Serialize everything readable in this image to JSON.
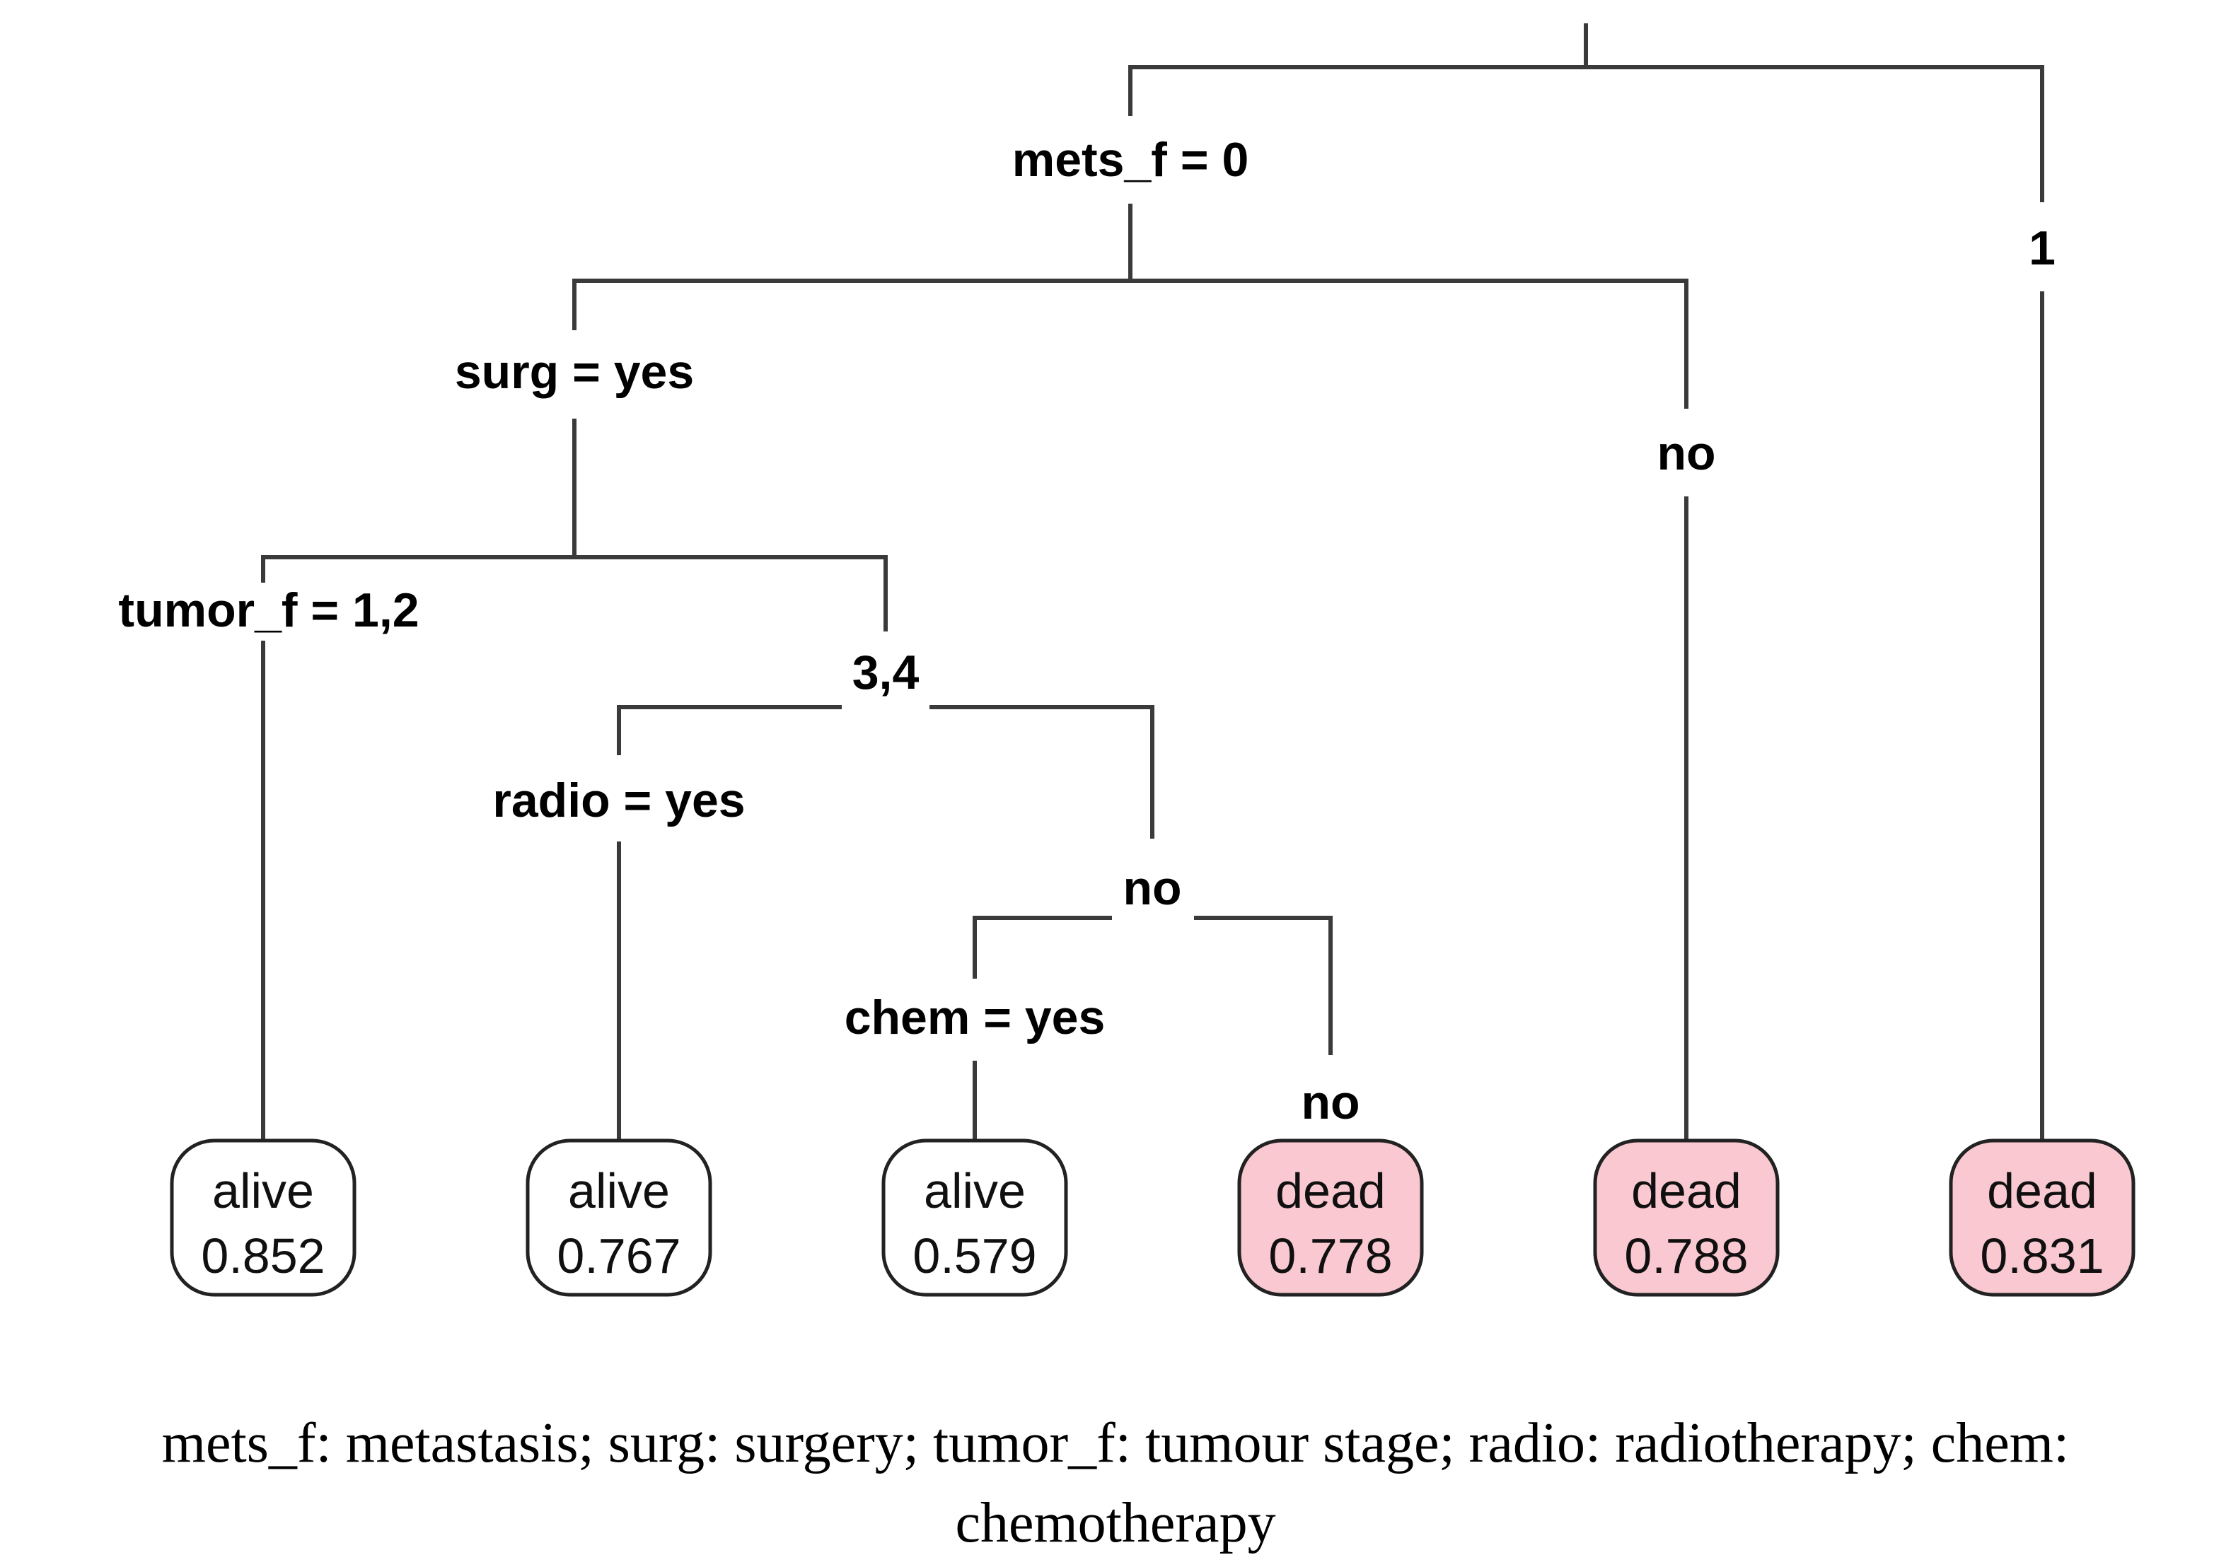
{
  "figure": {
    "type": "decision-tree",
    "description": "Classification tree for patient outcome (alive/dead)"
  },
  "colors": {
    "background": "#FFFFFF",
    "edge_color": "#3A3A3A",
    "leaf_border": "#222222",
    "leaf_alive_fill": "#FFFFFF",
    "leaf_dead_fill": "#F9C8D0",
    "text_color": "#000000"
  },
  "tree": {
    "splits": [
      {
        "id": "mets",
        "condition": "mets_f = 0",
        "right_label": "1",
        "left_child": "surg-split",
        "right_child": "leaf-dead-0.831"
      },
      {
        "id": "surg",
        "condition": "surg = yes",
        "right_label": "no",
        "left_child": "tumor-split",
        "right_child": "leaf-dead-0.788"
      },
      {
        "id": "tumor",
        "condition": "tumor_f = 1,2",
        "right_label": "3,4",
        "left_child": "leaf-alive-0.852",
        "right_child": "radio-split"
      },
      {
        "id": "radio",
        "condition": "radio = yes",
        "right_label": "no",
        "left_child": "leaf-alive-0.767",
        "right_child": "chem-split"
      },
      {
        "id": "chem",
        "condition": "chem = yes",
        "right_label": "no",
        "left_child": "leaf-alive-0.579",
        "right_child": "leaf-dead-0.778"
      }
    ],
    "leaves": [
      {
        "class": "alive",
        "prob": "0.852"
      },
      {
        "class": "alive",
        "prob": "0.767"
      },
      {
        "class": "alive",
        "prob": "0.579"
      },
      {
        "class": "dead",
        "prob": "0.778"
      },
      {
        "class": "dead",
        "prob": "0.788"
      },
      {
        "class": "dead",
        "prob": "0.831"
      }
    ]
  },
  "caption": {
    "line1": "mets_f: metastasis; surg: surgery; tumor_f: tumour stage; radio: radiotherapy; chem:",
    "line2": "chemotherapy"
  }
}
